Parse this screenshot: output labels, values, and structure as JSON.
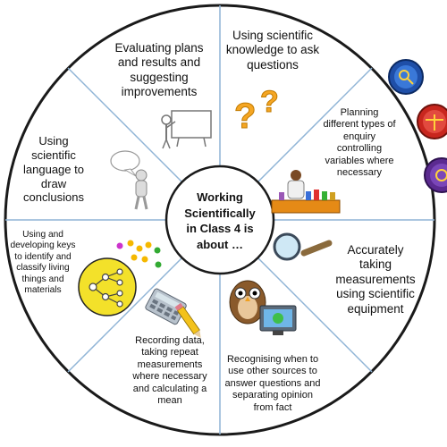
{
  "center": {
    "lines": [
      "Working",
      "Scientifically",
      "in Class 4 is",
      "about …"
    ]
  },
  "segments": [
    {
      "id": "evaluating",
      "lines": [
        "Evaluating plans",
        "and results  and",
        "suggesting",
        "improvements"
      ],
      "icon": "teacher-board-icon"
    },
    {
      "id": "asking-questions",
      "lines": [
        "Using scientific",
        "knowledge to ask",
        "questions"
      ],
      "icon": "question-marks-icon"
    },
    {
      "id": "planning",
      "lines": [
        "Planning",
        "different types of",
        "enquiry",
        "controlling",
        "variables where",
        "necessary"
      ],
      "icon": "scientist-icon"
    },
    {
      "id": "measuring",
      "lines": [
        "Accurately",
        "taking",
        "measurements",
        "using scientific",
        "equipment"
      ],
      "icon": "magnifying-glass-icon"
    },
    {
      "id": "other-sources",
      "lines": [
        "Recognising when to",
        "use other sources to",
        "answer questions and",
        "separating opinion",
        "from fact"
      ],
      "icon": "owl-icon"
    },
    {
      "id": "recording",
      "lines": [
        "Recording data,",
        "taking repeat",
        "measurements",
        "where necessary",
        "and calculating a",
        "mean"
      ],
      "icon": "calculator-pencil-icon"
    },
    {
      "id": "classifying",
      "lines": [
        "Using and",
        "developing keys",
        "to identify and",
        "classify living",
        "things and",
        "materials"
      ],
      "icon": "classification-key-icon"
    },
    {
      "id": "conclusions",
      "lines": [
        "Using",
        "scientific",
        "language to",
        "draw",
        "conclusions"
      ],
      "icon": "speech-person-icon"
    }
  ],
  "colors": {
    "ring": "#1a1a1a",
    "divider": "#8fb4d6",
    "badge_blue": "#1f4fa8",
    "badge_red": "#c8261e",
    "badge_purple": "#5b2a90"
  }
}
